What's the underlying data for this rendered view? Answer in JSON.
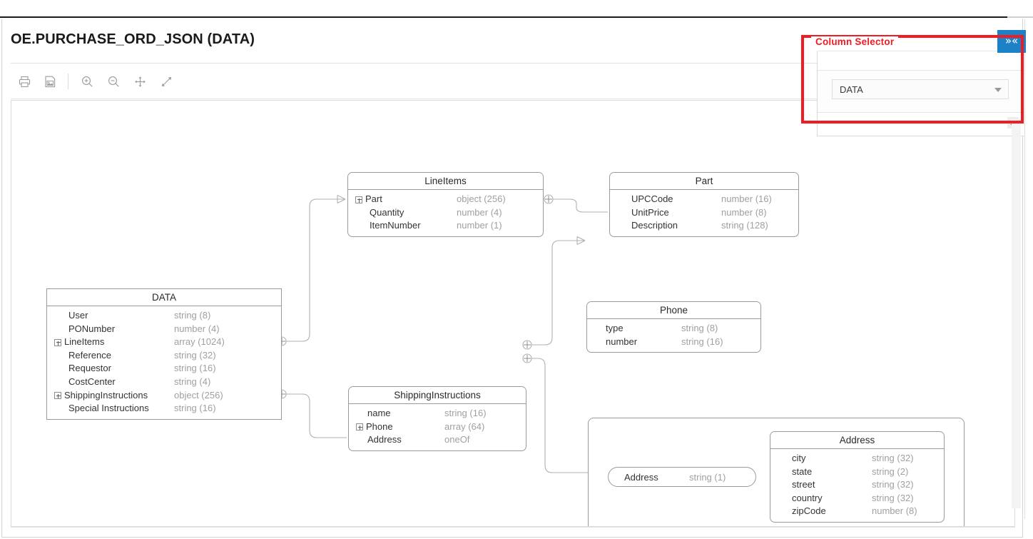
{
  "window": {
    "dialog_title": "OE.PURCHASE_ORD_JSON (DATA)"
  },
  "toolbar": {
    "buttons": [
      {
        "name": "print-icon",
        "label": "Print"
      },
      {
        "name": "save-image-icon",
        "label": "Save as Image"
      },
      {
        "name": "zoom-in-icon",
        "label": "Zoom In"
      },
      {
        "name": "zoom-out-icon",
        "label": "Zoom Out"
      },
      {
        "name": "pan-icon",
        "label": "Pan"
      },
      {
        "name": "fit-screen-icon",
        "label": "Fit to Screen"
      }
    ]
  },
  "column_selector": {
    "legend": "Column Selector",
    "selected_column": "DATA",
    "scroll_up_label": "Scroll Up"
  },
  "close_button": {
    "glyph": "»«",
    "label": "Collapse"
  },
  "annotation": {
    "color": "#ef1c22",
    "label": "Column Selector"
  },
  "diagram": {
    "nodes": [
      {
        "id": "data",
        "title": "DATA",
        "shape": "rect",
        "rows": [
          {
            "name": "User",
            "type": "string (8)",
            "expandable": false
          },
          {
            "name": "PONumber",
            "type": "number (4)",
            "expandable": false
          },
          {
            "name": "LineItems",
            "type": "array (1024)",
            "expandable": true
          },
          {
            "name": "Reference",
            "type": "string (32)",
            "expandable": false
          },
          {
            "name": "Requestor",
            "type": "string (16)",
            "expandable": false
          },
          {
            "name": "CostCenter",
            "type": "string (4)",
            "expandable": false
          },
          {
            "name": "ShippingInstructions",
            "type": "object (256)",
            "expandable": true
          },
          {
            "name": "Special Instructions",
            "type": "string (16)",
            "expandable": false
          }
        ]
      },
      {
        "id": "lineitems",
        "title": "LineItems",
        "shape": "rounded",
        "rows": [
          {
            "name": "Part",
            "type": "object (256)",
            "expandable": true
          },
          {
            "name": "Quantity",
            "type": "number (4)",
            "expandable": false
          },
          {
            "name": "ItemNumber",
            "type": "number (1)",
            "expandable": false
          }
        ]
      },
      {
        "id": "part",
        "title": "Part",
        "shape": "rounded",
        "rows": [
          {
            "name": "UPCCode",
            "type": "number (16)",
            "expandable": false
          },
          {
            "name": "UnitPrice",
            "type": "number (8)",
            "expandable": false
          },
          {
            "name": "Description",
            "type": "string (128)",
            "expandable": false
          }
        ]
      },
      {
        "id": "shippinginstructions",
        "title": "ShippingInstructions",
        "shape": "rounded",
        "rows": [
          {
            "name": "name",
            "type": "string (16)",
            "expandable": false
          },
          {
            "name": "Phone",
            "type": "array (64)",
            "expandable": true
          },
          {
            "name": "Address",
            "type": "oneOf",
            "expandable": false
          }
        ]
      },
      {
        "id": "phone",
        "title": "Phone",
        "shape": "rounded",
        "rows": [
          {
            "name": "type",
            "type": "string (8)",
            "expandable": false
          },
          {
            "name": "number",
            "type": "string (16)",
            "expandable": false
          }
        ]
      },
      {
        "id": "address",
        "title": "Address",
        "shape": "rounded",
        "rows": [
          {
            "name": "city",
            "type": "string (32)",
            "expandable": false
          },
          {
            "name": "state",
            "type": "string (2)",
            "expandable": false
          },
          {
            "name": "street",
            "type": "string (32)",
            "expandable": false
          },
          {
            "name": "country",
            "type": "string (32)",
            "expandable": false
          },
          {
            "name": "zipCode",
            "type": "number (8)",
            "expandable": false
          }
        ]
      }
    ],
    "pill_node": {
      "id": "address-scalar",
      "name": "Address",
      "type": "string (1)"
    },
    "relationships": [
      {
        "from": "DATA.LineItems",
        "to": "LineItems"
      },
      {
        "from": "LineItems.Part",
        "to": "Part"
      },
      {
        "from": "DATA.ShippingInstructions",
        "to": "ShippingInstructions"
      },
      {
        "from": "ShippingInstructions.Phone",
        "to": "Phone"
      },
      {
        "from": "ShippingInstructions.Address",
        "to": "Address (oneOf group)"
      }
    ]
  }
}
